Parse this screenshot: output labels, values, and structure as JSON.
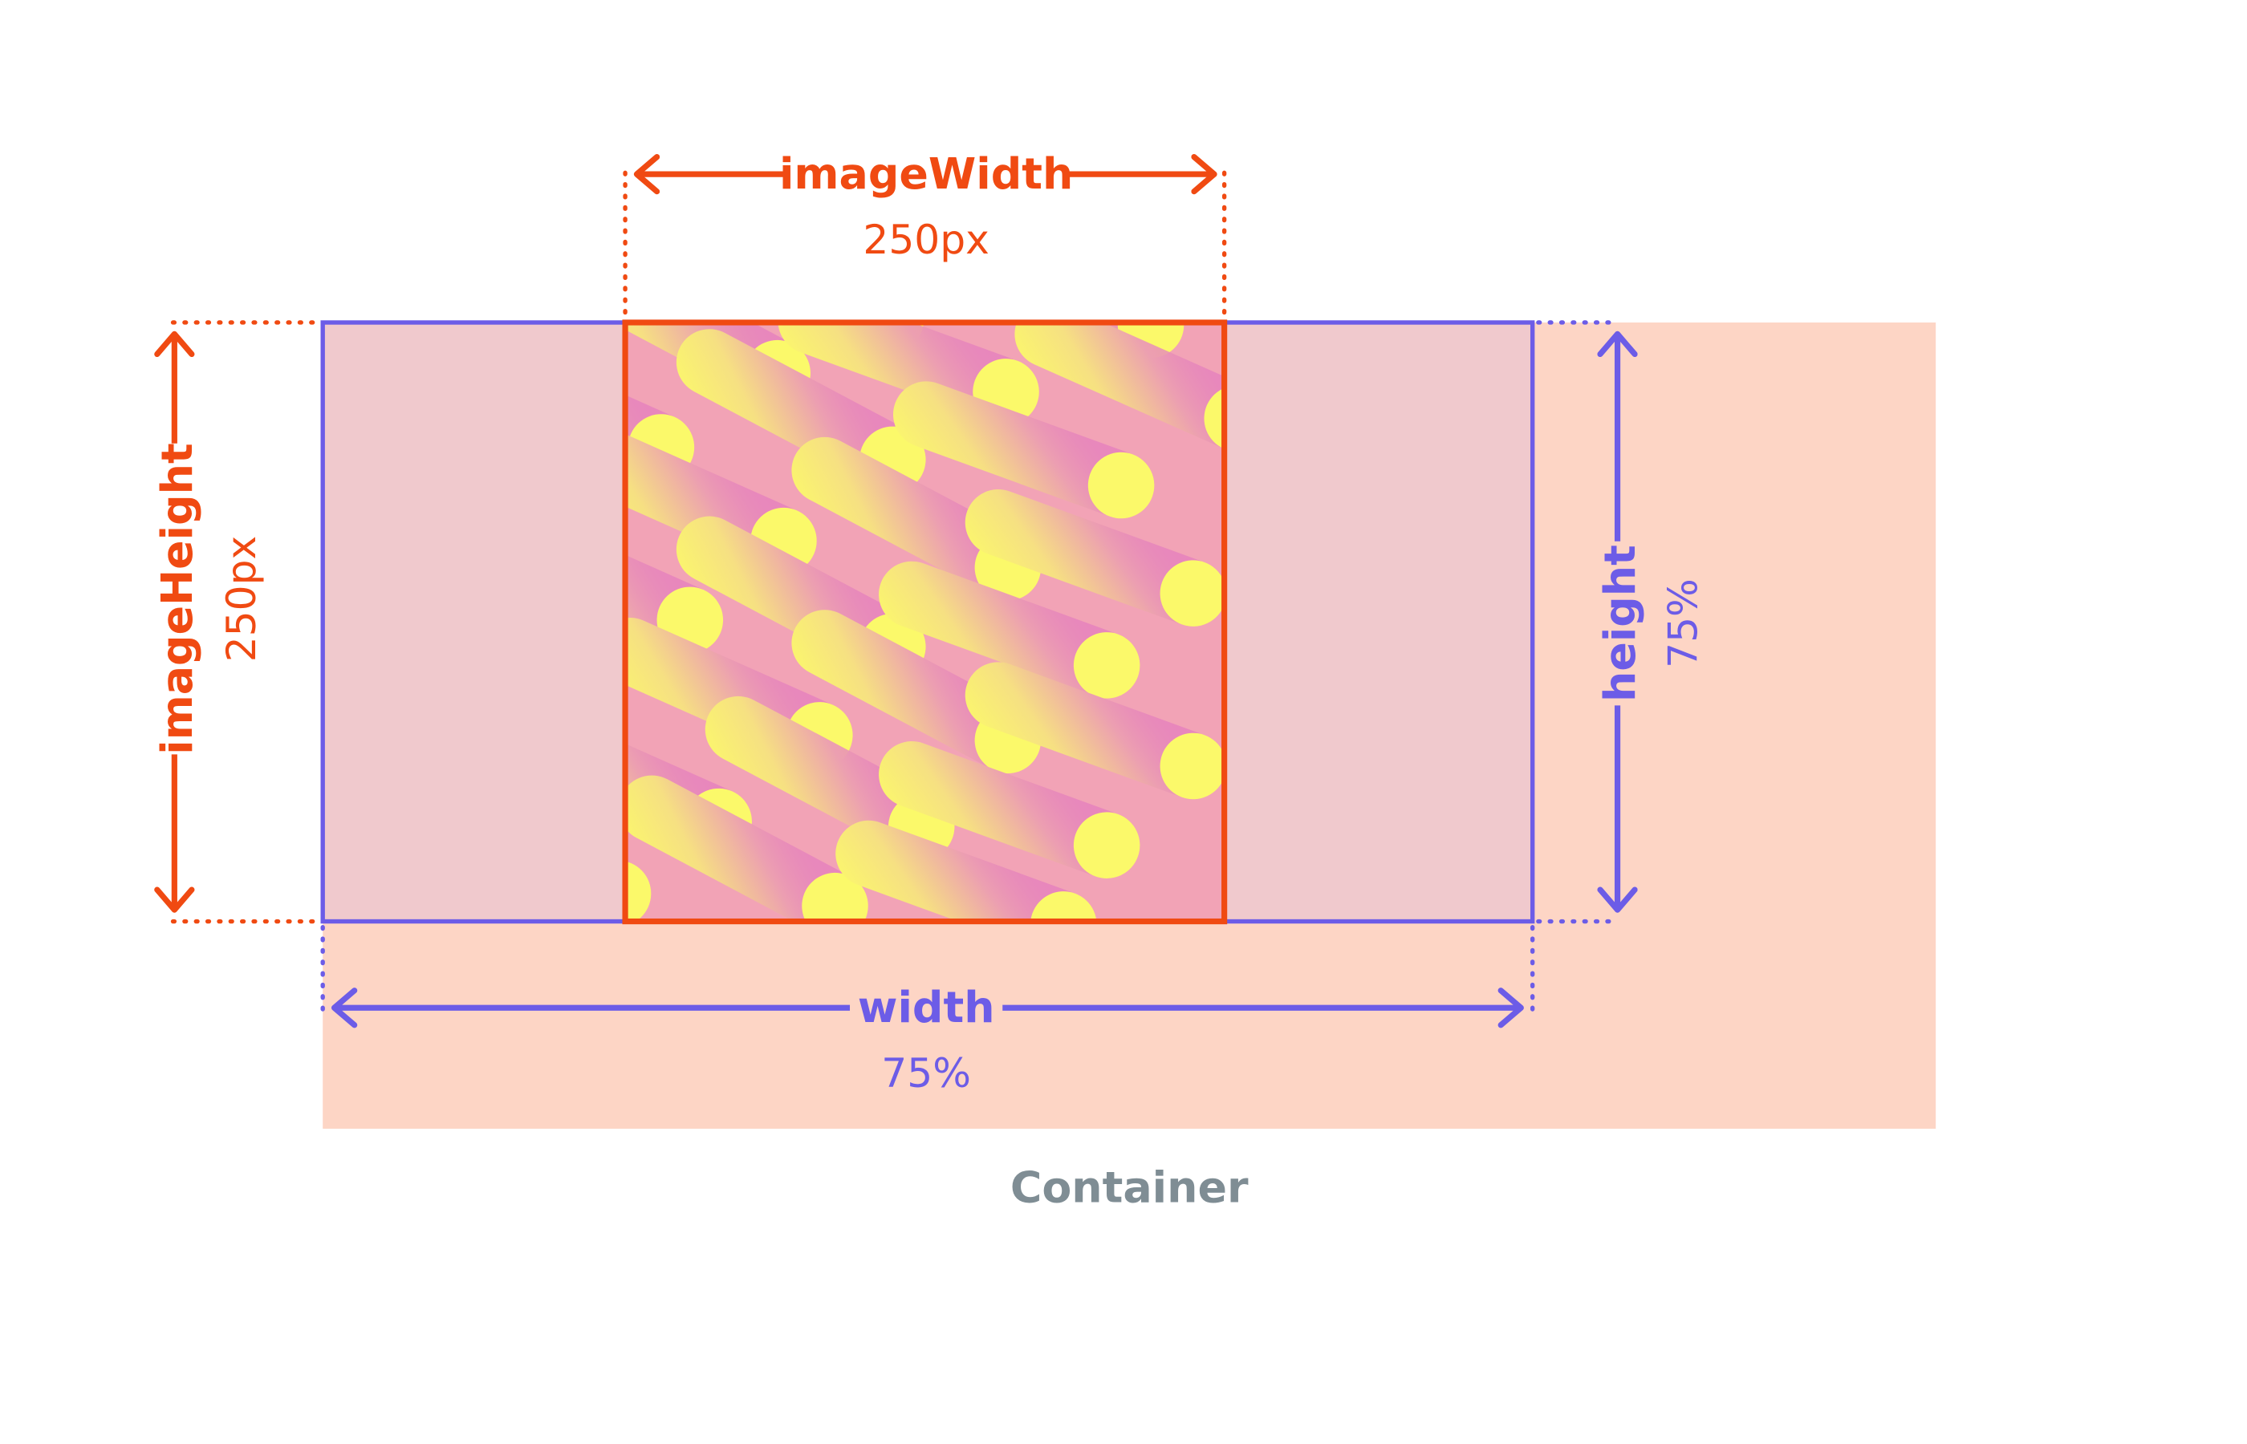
{
  "image_dims": {
    "name": "imageWidth",
    "width_value": "250px",
    "height_name": "imageHeight",
    "height_value": "250px"
  },
  "box_dims": {
    "width_name": "width",
    "width_value": "75%",
    "height_name": "height",
    "height_value": "75%"
  },
  "container": {
    "label": "Container"
  },
  "colors": {
    "image_accent": "#f04a12",
    "box_accent": "#6c5ce7",
    "container_fill": "#fdd5c5",
    "box_fill": "#f0c9cd",
    "caption": "#7f8d94",
    "pattern_yellow": "#fbf96a",
    "pattern_pink": "#e070c2"
  }
}
